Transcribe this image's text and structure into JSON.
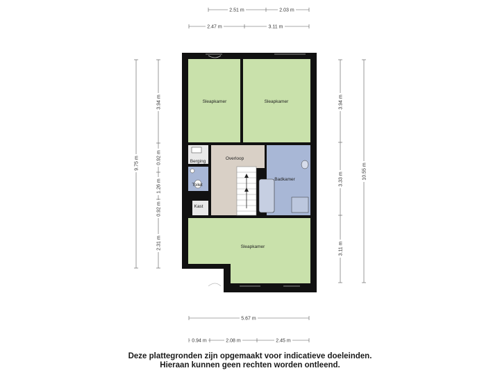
{
  "colors": {
    "wall": "#111111",
    "bedroom": "#c9e1ab",
    "landing": "#d9d0c6",
    "bathroom": "#a8b7d6",
    "storage": "#e9e9e9",
    "dim_line": "#555555"
  },
  "rooms": {
    "sleapkamer_top_left": "Sleapkamer",
    "sleapkamer_top_right": "Sleapkamer",
    "overloop": "Overloop",
    "berging": "Berging",
    "toilet": "Toilet",
    "kast": "Kast",
    "badkamer": "Badkamer",
    "sleapkamer_bottom": "Sleapkamer"
  },
  "dimensions": {
    "top_row1": [
      "2.51 m",
      "2.03 m"
    ],
    "top_row2": [
      "2.47 m",
      "3.11 m"
    ],
    "left_outer": "9.75 m",
    "left_inner": [
      "3.94 m",
      "0.92 m",
      "1.26 m",
      "0.92 m",
      "2.31 m"
    ],
    "right_inner": [
      "3.94 m",
      "3.33 m",
      "3.11 m"
    ],
    "right_outer": "10.55 m",
    "bottom_row1": "5.67 m",
    "bottom_row2": [
      "0.94 m",
      "2.08 m",
      "2.45 m"
    ]
  },
  "disclaimer": {
    "line1": "Deze plattegronden zijn opgemaakt voor indicatieve doeleinden.",
    "line2": "Hieraan kunnen geen rechten worden ontleend."
  }
}
